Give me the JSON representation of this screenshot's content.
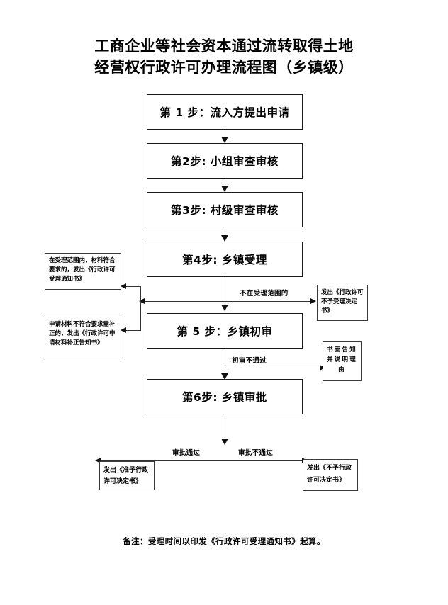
{
  "document": {
    "title_line1": "工商企业等社会资本通过流转取得土地",
    "title_line2": "经营权行政许可办理流程图（乡镇级）",
    "footnote": "备注：受理时间以印发《行政许可受理通知书》起算。"
  },
  "steps": [
    {
      "id": "step1",
      "label": "第 1 步：流入方提出申请"
    },
    {
      "id": "step2",
      "label": "第2步: 小组审查审核"
    },
    {
      "id": "step3",
      "label": "第3步: 村级审查审核"
    },
    {
      "id": "step4",
      "label": "第4步: 乡镇受理"
    },
    {
      "id": "step5",
      "label": "第 5 步：乡镇初审"
    },
    {
      "id": "step6",
      "label": "第6步: 乡镇审批"
    }
  ],
  "notes": [
    {
      "id": "accept-ok",
      "text": "在受理范围内，材料符合要求的，发出《行政许可受理通知书》"
    },
    {
      "id": "need-correction",
      "text": "申请材料不符合要求需补正的，发出《行政许可申请材料补正告知书》"
    },
    {
      "id": "not-accepted",
      "text": "发出《行政许可不予受理决定书》"
    },
    {
      "id": "written-notice",
      "text": "书面告知并说明理由"
    },
    {
      "id": "approved-decision",
      "text": "发出《准予行政许可决定书》"
    },
    {
      "id": "rejected-decision",
      "text": "发出《不予行政许可决定书》"
    }
  ],
  "edge_labels": [
    {
      "id": "out-of-scope",
      "text": "不在受理范围的"
    },
    {
      "id": "prelim-fail",
      "text": "初审不通过"
    },
    {
      "id": "approve-pass",
      "text": "审批通过"
    },
    {
      "id": "approve-fail",
      "text": "审批不通过"
    }
  ],
  "style": {
    "page_background": "#ffffff",
    "line_color": "#333333",
    "box_border": "#1a1a1a",
    "text_color": "#000000"
  }
}
